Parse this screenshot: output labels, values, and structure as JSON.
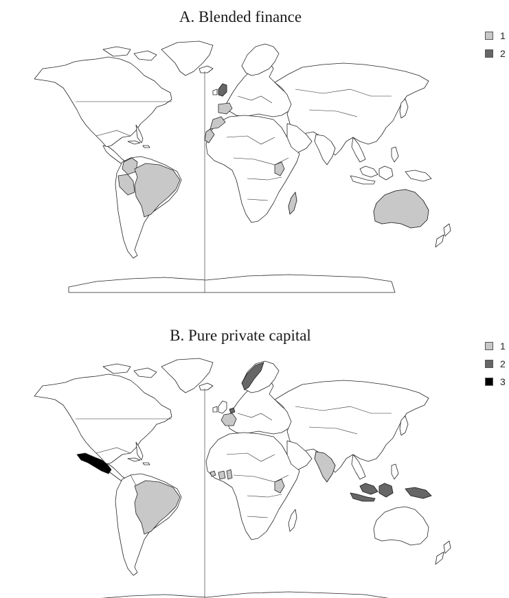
{
  "panels": [
    {
      "title": "A. Blended finance",
      "legend": [
        {
          "label": "1",
          "color": "#c8c8c8"
        },
        {
          "label": "2",
          "color": "#666666"
        }
      ],
      "highlighted": [
        {
          "country": "United Kingdom",
          "value": 2
        },
        {
          "country": "Spain",
          "value": 1
        },
        {
          "country": "Morocco",
          "value": 1
        },
        {
          "country": "Western Sahara",
          "value": 1
        },
        {
          "country": "Colombia",
          "value": 1
        },
        {
          "country": "Peru",
          "value": 1
        },
        {
          "country": "Brazil",
          "value": 1
        },
        {
          "country": "Kenya",
          "value": 1
        },
        {
          "country": "Madagascar",
          "value": 1
        },
        {
          "country": "Australia",
          "value": 1
        }
      ]
    },
    {
      "title": "B. Pure private capital",
      "legend": [
        {
          "label": "1",
          "color": "#c8c8c8"
        },
        {
          "label": "2",
          "color": "#666666"
        },
        {
          "label": "3",
          "color": "#000000"
        }
      ],
      "highlighted": [
        {
          "country": "Mexico",
          "value": 3
        },
        {
          "country": "Norway",
          "value": 2
        },
        {
          "country": "Indonesia",
          "value": 2
        },
        {
          "country": "Papua New Guinea",
          "value": 2
        },
        {
          "country": "Netherlands",
          "value": 2
        },
        {
          "country": "France",
          "value": 1
        },
        {
          "country": "India",
          "value": 1
        },
        {
          "country": "Brazil",
          "value": 1
        },
        {
          "country": "Kenya",
          "value": 1
        },
        {
          "country": "Sierra Leone",
          "value": 1
        },
        {
          "country": "Côte d'Ivoire",
          "value": 1
        },
        {
          "country": "Ghana",
          "value": 1
        }
      ]
    }
  ]
}
